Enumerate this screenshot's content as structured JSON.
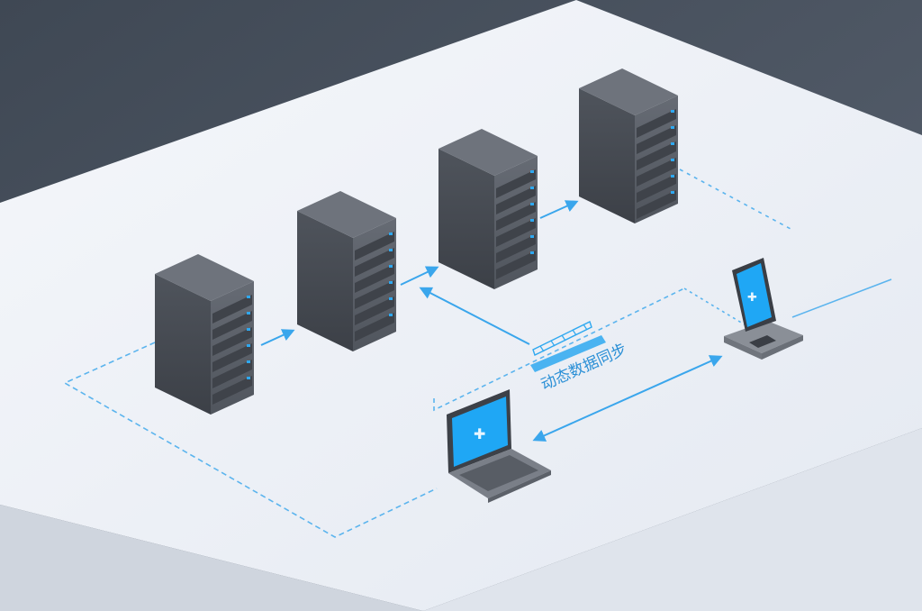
{
  "diagram": {
    "caption": "动态数据同步",
    "nodes": [
      {
        "id": "server-1",
        "kind": "server"
      },
      {
        "id": "server-2",
        "kind": "server"
      },
      {
        "id": "server-3",
        "kind": "server"
      },
      {
        "id": "server-4",
        "kind": "server"
      },
      {
        "id": "laptop",
        "kind": "laptop"
      },
      {
        "id": "phone",
        "kind": "phone"
      }
    ],
    "edges": [
      {
        "from": "server-1",
        "to": "server-2",
        "arrow": "forward"
      },
      {
        "from": "server-2",
        "to": "server-3",
        "arrow": "forward"
      },
      {
        "from": "server-3",
        "to": "server-4",
        "arrow": "forward"
      },
      {
        "from": "sync-bar",
        "to": "server-2",
        "arrow": "forward"
      },
      {
        "from": "laptop",
        "to": "phone",
        "arrow": "both"
      }
    ]
  },
  "colors": {
    "background_dark": "#4b5563",
    "platform_top": "#eef2f8",
    "platform_side": "#d9dee7",
    "server_front": "#5a5f68",
    "server_side": "#454a52",
    "server_top": "#6d727b",
    "accent_blue": "#2ea8f0",
    "line_blue": "#5bb4ee",
    "screen_blue": "#1fa7f5",
    "device_gray": "#7a7f88"
  }
}
